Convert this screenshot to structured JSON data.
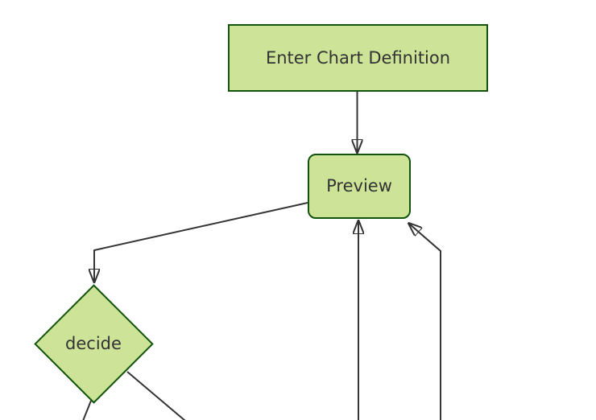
{
  "diagram": {
    "type": "flowchart",
    "direction": "top-down",
    "theme": "forest",
    "colors": {
      "node_fill": "#cde498",
      "node_border": "#13540c",
      "edge_stroke": "#333333",
      "label_text": "#333333",
      "background": "#ffffff"
    },
    "nodes": [
      {
        "id": "enter-chart-definition",
        "label": "Enter Chart Definition",
        "shape": "rectangle"
      },
      {
        "id": "preview",
        "label": "Preview",
        "shape": "rounded-rectangle"
      },
      {
        "id": "decide",
        "label": "decide",
        "shape": "diamond"
      }
    ],
    "edges": [
      {
        "from": "enter-chart-definition",
        "to": "preview",
        "arrowhead": true
      },
      {
        "from": "preview",
        "to": "decide",
        "arrowhead": true
      },
      {
        "from": "decide",
        "to": "offscreen-bottom-left",
        "arrowhead": false
      },
      {
        "from": "decide",
        "to": "offscreen-bottom-right",
        "arrowhead": false
      },
      {
        "from": "offscreen-bottom-center",
        "to": "preview",
        "arrowhead": true
      },
      {
        "from": "offscreen-bottom-right",
        "to": "preview",
        "arrowhead": true
      }
    ]
  }
}
